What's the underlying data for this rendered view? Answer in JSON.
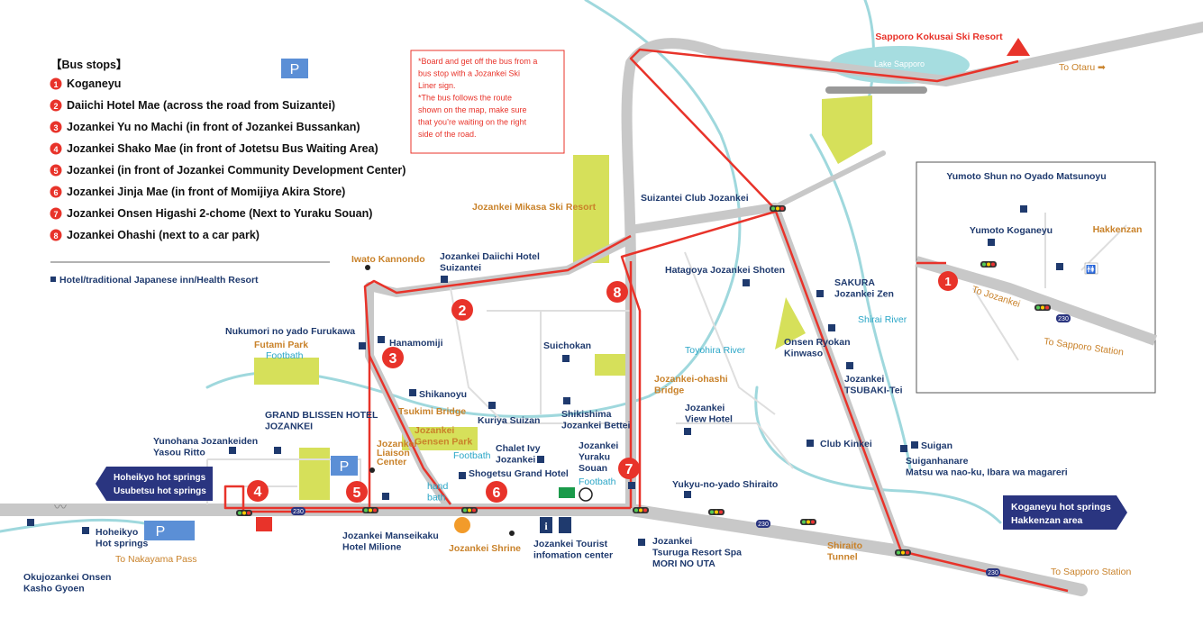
{
  "legend": {
    "title": "【Bus stops】",
    "stops": [
      {
        "num": "1",
        "label": "Koganeyu"
      },
      {
        "num": "2",
        "label": "Daiichi Hotel Mae (across the road from Suizantei)"
      },
      {
        "num": "3",
        "label": "Jozankei Yu no Machi (in front of Jozankei Bussankan)"
      },
      {
        "num": "4",
        "label": "Jozankei Shako Mae (in front of Jotetsu Bus Waiting Area)"
      },
      {
        "num": "5",
        "label": "Jozankei (in front of Jozankei Community Development Center)"
      },
      {
        "num": "6",
        "label": "Jozankei Jinja Mae (in front of Momijiya Akira Store)"
      },
      {
        "num": "7",
        "label": "Jozankei Onsen Higashi 2-chome (Next to Yuraku Souan)"
      },
      {
        "num": "8",
        "label": "Jozankei Ohashi (next to a car park)"
      }
    ],
    "hotel_key": "Hotel/traditional Japanese inn/Health Resort"
  },
  "note": {
    "lines": [
      "*Board and get off the bus from a",
      "bus stop with a Jozankei Ski",
      "Liner sign.",
      "*The bus follows the route",
      "shown on the map, make sure",
      "that you’re waiting on the right",
      "side of the road."
    ]
  },
  "colors": {
    "route": "#e8332a",
    "road": "#c8c8c8",
    "river": "#9fd8dd",
    "park": "#d6e05a",
    "hotel": "#1f3a6e",
    "accent": "#c9822a",
    "badge": "#2a3580"
  },
  "labels": {
    "ski_resort": "Sapporo Kokusai Ski Resort",
    "lake": "Lake Sapporo",
    "to_otaru": "To Otaru",
    "mikasa": "Jozankei Mikasa Ski Resort",
    "suizantei_club": "Suizantei Club Jozankei",
    "iwato": "Iwato Kannondo",
    "daiichi": "Jozankei Daiichi Hotel\nSuizantei",
    "hatagoya": "Hatagoya Jozankei Shoten",
    "sakura": "SAKURA\nJozankei Zen",
    "shirai": "Shirai River",
    "nukumori": "Nukumori no yado Furukawa",
    "futami": "Futami Park",
    "footbath": "Footbath",
    "hanamomiji": "Hanamomiji",
    "suichokan": "Suichokan",
    "toyohira": "Toyohira River",
    "onsen_ryokan": "Onsen Ryokan\nKinwaso",
    "tsubaki": "Jozankei\nTSUBAKI-Tei",
    "shikanoyu": "Shikanoyu",
    "tsukimi": "Tsukimi Bridge",
    "kuriya": "Kuriya Suizan",
    "shikishima": "Shikishima\nJozankei Bettei",
    "ohashi_bridge": "Jozankei-ohashi\nBridge",
    "view_hotel": "Jozankei\nView Hotel",
    "grand_blissen": "GRAND BLISSEN HOTEL\nJOZANKEI",
    "yunohana": "Yunohana Jozankeiden\nYasou Ritto",
    "gensen": "Jozankei\nGensen Park",
    "liaison": "Jozankei\nLiaison\nCenter",
    "chalet": "Chalet Ivy\nJozankei",
    "yuraku": "Jozankei\nYuraku\nSouan",
    "shogetsu": "Shogetsu Grand Hotel",
    "club_kinkei": "Club Kinkei",
    "suigan": "Suigan",
    "suiganhanare": "Suiganhanare\nMatsu wa nao-ku, Ibara wa magareri",
    "hoheikyo_badge": "Hoheikyo hot springs\nUsubetsu hot springs",
    "koganeyu_badge": "Koganeyu hot springs\nHakkenzan area",
    "hand_bath": "hand\nbath",
    "yukyu": "Yukyu-no-yado Shiraito",
    "hoheikyo": "Hoheikyo\nHot springs",
    "to_nakayama": "To Nakayama Pass",
    "manseikaku": "Jozankei Manseikaku\nHotel Milione",
    "shrine": "Jozankei Shrine",
    "tourist": "Jozankei Tourist\ninfomation center",
    "tsuruga": "Jozankei\nTsuruga Resort Spa\nMORI NO UTA",
    "shiraito_tunnel": "Shiraito\nTunnel",
    "to_sapporo": "To Sapporo Station",
    "okujozankei": "Okujozankei Onsen\nKasho Gyoen",
    "route_230": "230"
  },
  "inset": {
    "yumoto_shun": "Yumoto Shun no Oyado\nMatsunoyu",
    "yumoto_koganeyu": "Yumoto Koganeyu",
    "hakkenzan": "Hakkenzan",
    "to_jozankei": "To Jozankei",
    "to_sapporo": "To Sapporo Station",
    "route_230": "230"
  }
}
